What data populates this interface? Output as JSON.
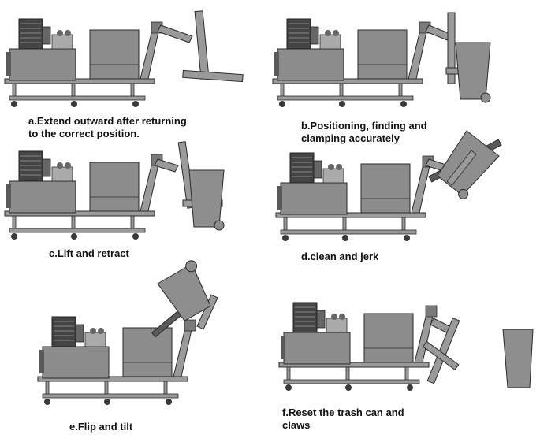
{
  "steps": [
    {
      "id": "a",
      "lines": [
        "a.Extend outward after returning",
        "to the correct position."
      ]
    },
    {
      "id": "b",
      "lines": [
        "b.Positioning, finding and",
        "clamping accurately"
      ]
    },
    {
      "id": "c",
      "lines": [
        "c.Lift and retract"
      ]
    },
    {
      "id": "d",
      "lines": [
        "d.clean and jerk"
      ]
    },
    {
      "id": "e",
      "lines": [
        "e.Flip and tilt"
      ]
    },
    {
      "id": "f",
      "lines": [
        "f.Reset the trash can and",
        "claws"
      ]
    }
  ],
  "colors": {
    "machine_fill": "#8c8c8c",
    "machine_dark": "#3a3a3a",
    "machine_light": "#b8b8b8",
    "outline": "#2a2a2a"
  }
}
